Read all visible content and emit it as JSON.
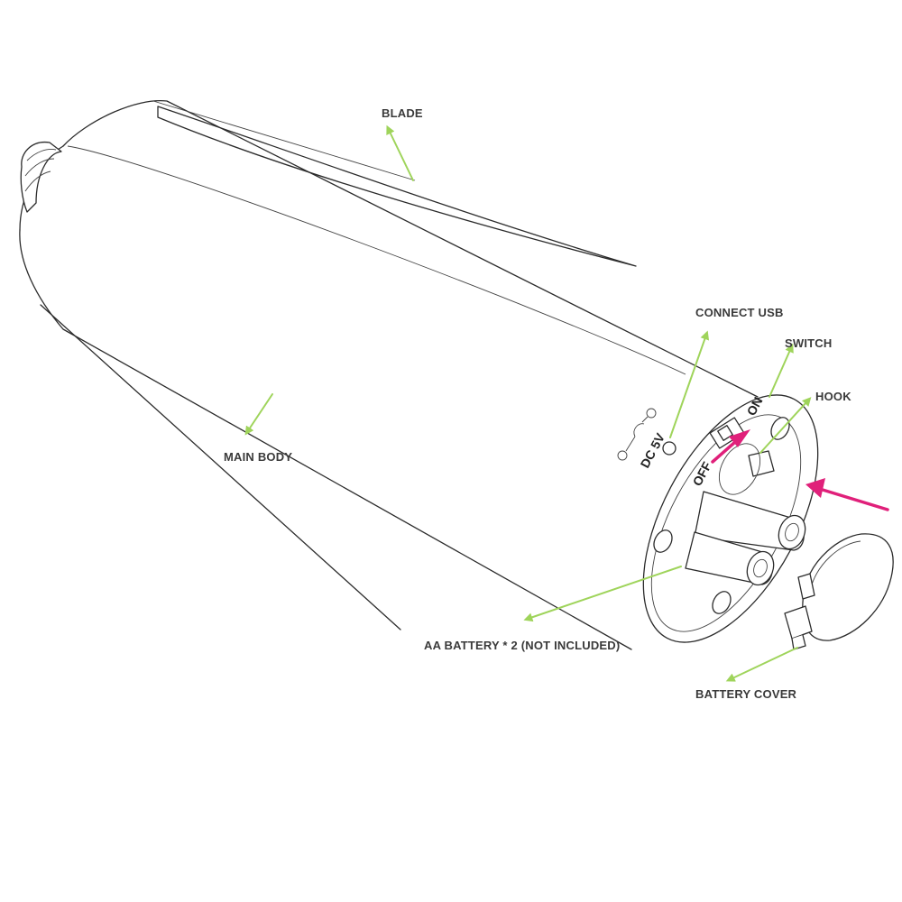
{
  "labels": {
    "blade": "BLADE",
    "main_body": "MAIN BODY",
    "connect_usb": "CONNECT USB",
    "switch": "SWITCH",
    "hook": "HOOK",
    "battery": "AA BATTERY * 2 (NOT INCLUDED)",
    "battery_cover": "BATTERY COVER"
  },
  "panel": {
    "dc": "DC 5V",
    "on": "ON",
    "off": "OFF"
  },
  "colors": {
    "leader": "#9fd45b",
    "arrow": "#e0207a",
    "outline": "#2b2b2b"
  }
}
